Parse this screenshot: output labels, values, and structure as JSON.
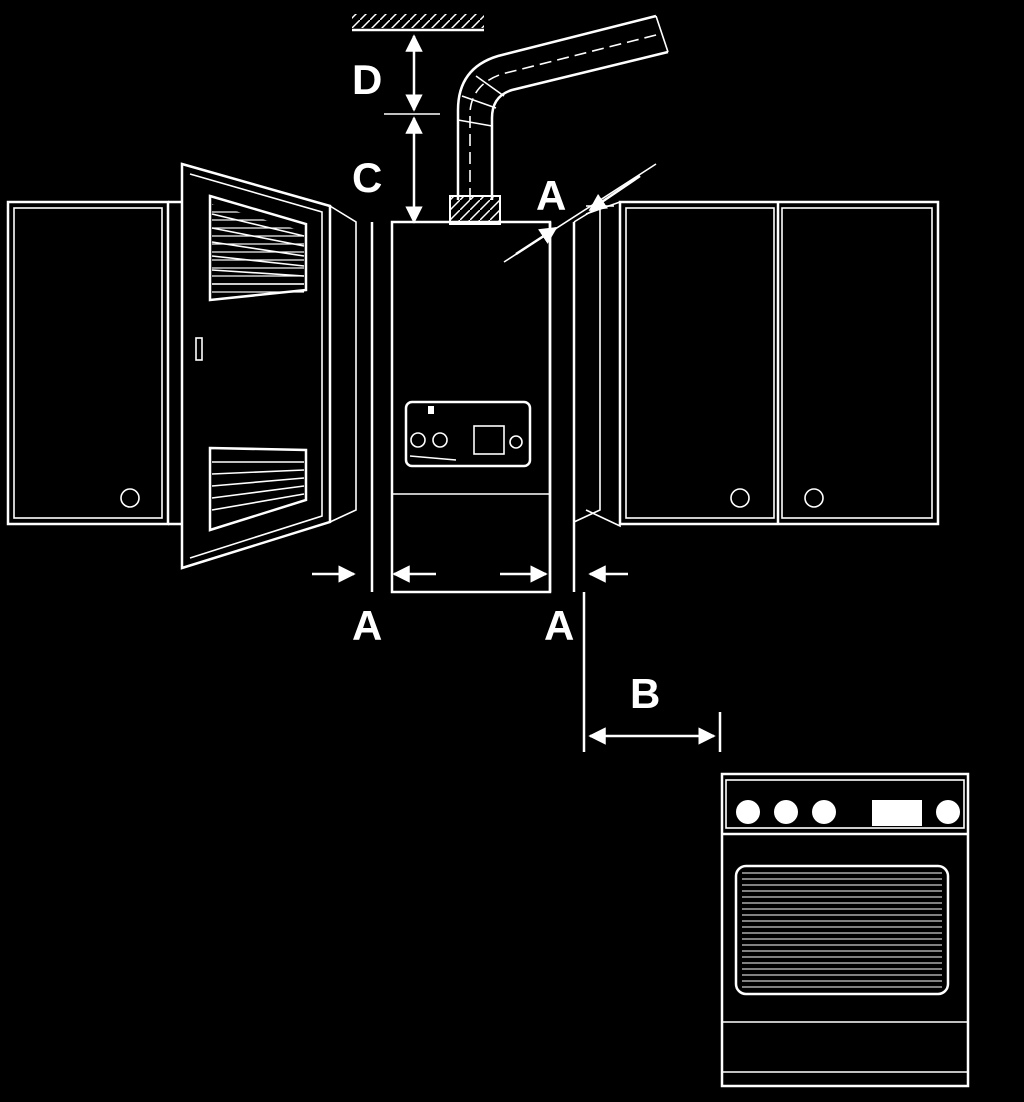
{
  "diagram": {
    "labels": {
      "d": "D",
      "c": "C",
      "a_top": "A",
      "a_left": "A",
      "a_right": "A",
      "b": "B"
    },
    "colors": {
      "background": "#000000",
      "line": "#ffffff"
    },
    "icons": [
      "boiler-icon",
      "flue-pipe-icon",
      "wall-cabinet-icon",
      "cooker-icon",
      "dimension-arrow-icon"
    ]
  }
}
